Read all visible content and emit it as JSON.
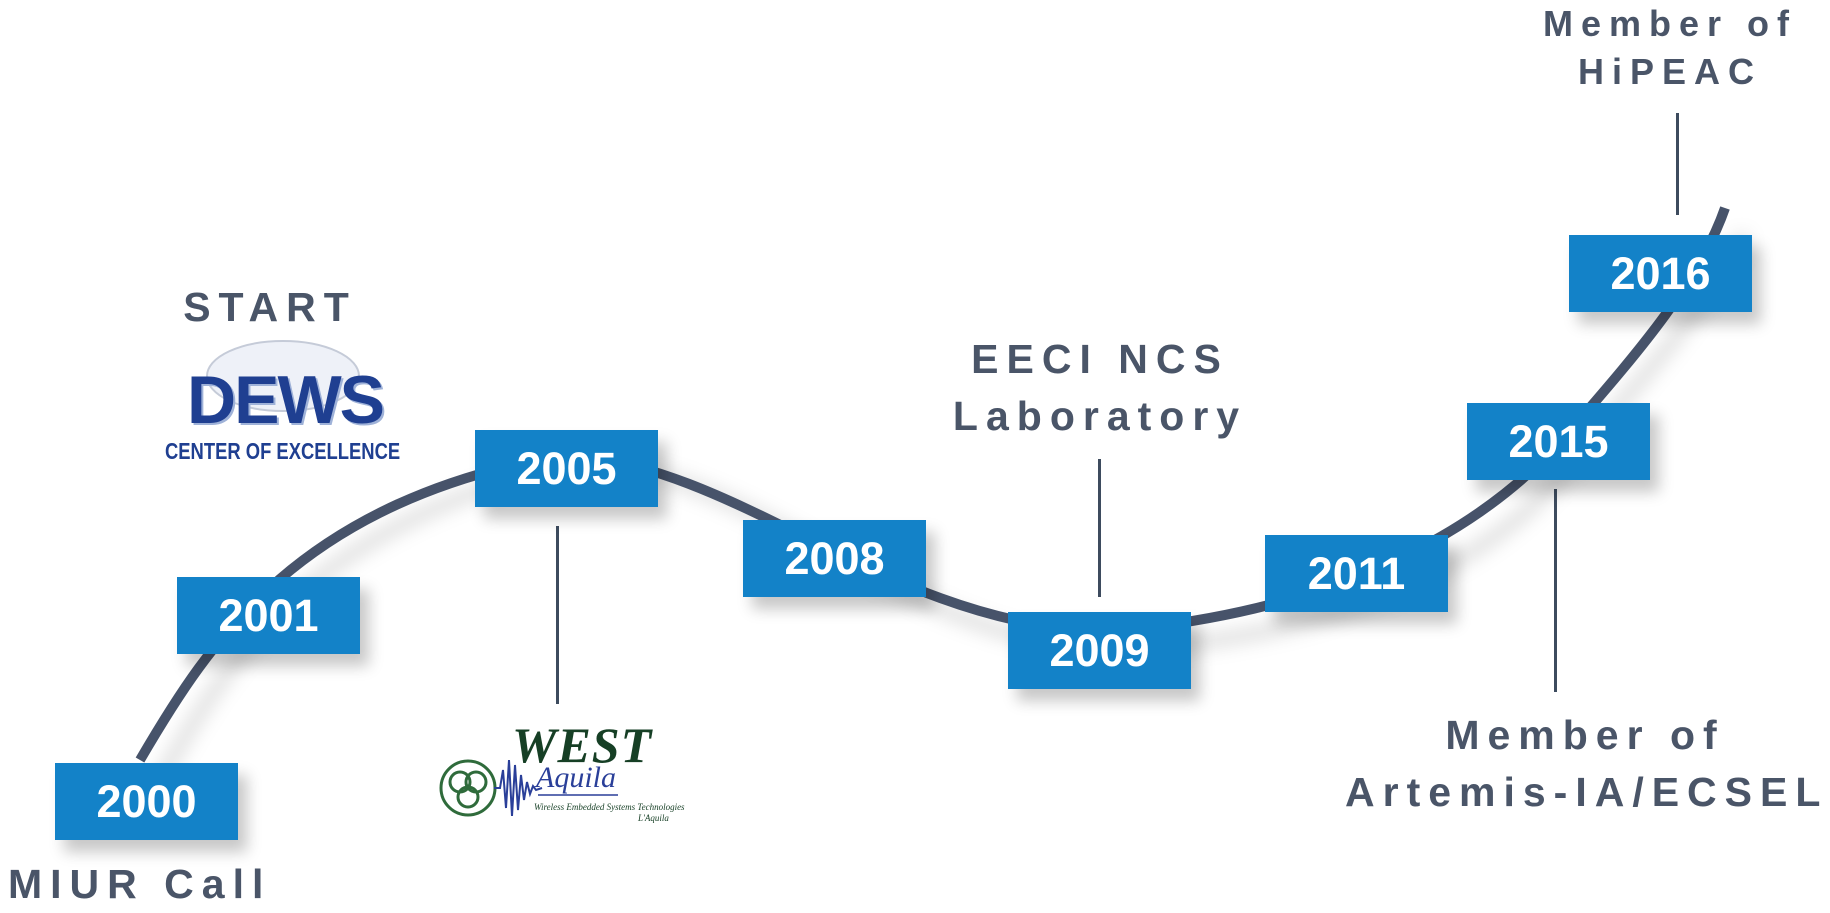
{
  "timeline": {
    "milestones": [
      {
        "year": "2000"
      },
      {
        "year": "2001"
      },
      {
        "year": "2005"
      },
      {
        "year": "2008"
      },
      {
        "year": "2009"
      },
      {
        "year": "2011"
      },
      {
        "year": "2015"
      },
      {
        "year": "2016"
      }
    ],
    "events": {
      "miur_call": "MIUR Call",
      "start": "START",
      "eeci_line1": "EECI NCS",
      "eeci_line2": "Laboratory",
      "artemis_line1": "Member of",
      "artemis_line2": "Artemis-IA/ECSEL",
      "hipeac_line1": "Member of",
      "hipeac_line2": "HiPEAC"
    }
  },
  "logos": {
    "dews": {
      "title": "DEWS",
      "subtitle": "CENTER OF EXCELLENCE"
    },
    "west": {
      "title": "WEST",
      "subtitle": "Aquila",
      "tagline": "Wireless Embedded Systems Technologies",
      "city": "L'Aquila"
    }
  },
  "colors": {
    "year_box": "#1382c8",
    "curve": "#47536a",
    "label_text": "#4a5568"
  }
}
